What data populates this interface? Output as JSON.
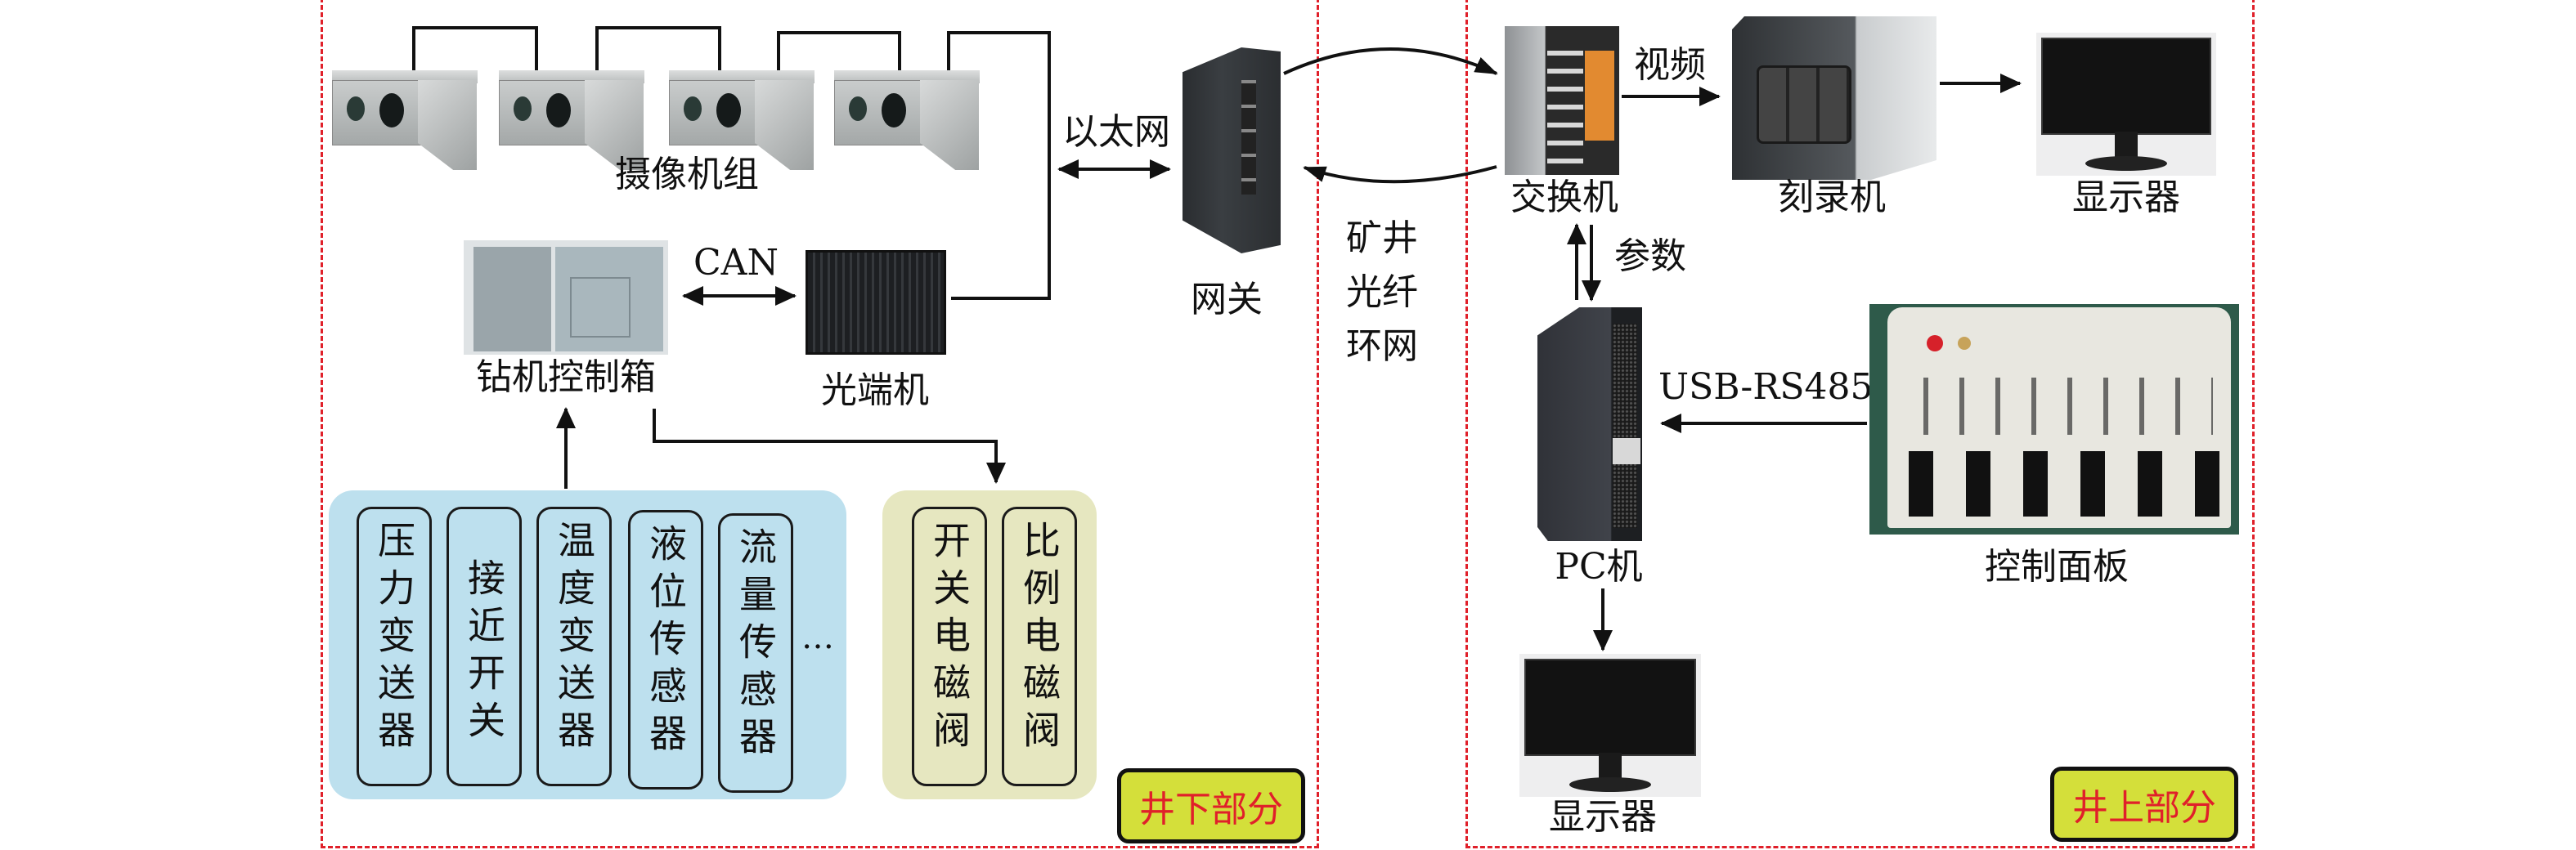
{
  "regions": {
    "underground": {
      "label": "井下部分"
    },
    "surface": {
      "label": "井上部分"
    }
  },
  "devices": {
    "camera_group": {
      "label": "摄像机组",
      "count": 4
    },
    "gateway": {
      "label": "网关"
    },
    "drill_control_box": {
      "label": "钻机控制箱"
    },
    "optical_terminal": {
      "label": "光端机"
    },
    "switch": {
      "label": "交换机"
    },
    "recorder": {
      "label": "刻录机"
    },
    "monitor_top": {
      "label": "显示器"
    },
    "pc": {
      "label": "PC机"
    },
    "control_panel": {
      "label": "控制面板"
    },
    "monitor_bottom": {
      "label": "显示器"
    }
  },
  "links": {
    "ethernet": "以太网",
    "can": "CAN",
    "fiber_ring": [
      "矿井",
      "光纤",
      "环网"
    ],
    "video": "视频",
    "params": "参数",
    "usb_rs485": "USB-RS485"
  },
  "sensors": [
    {
      "label": "压力变送器"
    },
    {
      "label": "接近开关"
    },
    {
      "label": "温度变送器"
    },
    {
      "label": "液位传感器"
    },
    {
      "label": "流量传感器"
    }
  ],
  "sensors_more": "…",
  "valves": [
    {
      "label": "开关电磁阀"
    },
    {
      "label": "比例电磁阀"
    }
  ],
  "colors": {
    "border_dashed": "#e0202a",
    "sensor_group_bg": "#bde0ee",
    "valve_group_bg": "#e6e7c0",
    "tag_bg": "#d4df3a",
    "tag_text": "#e0202a"
  }
}
